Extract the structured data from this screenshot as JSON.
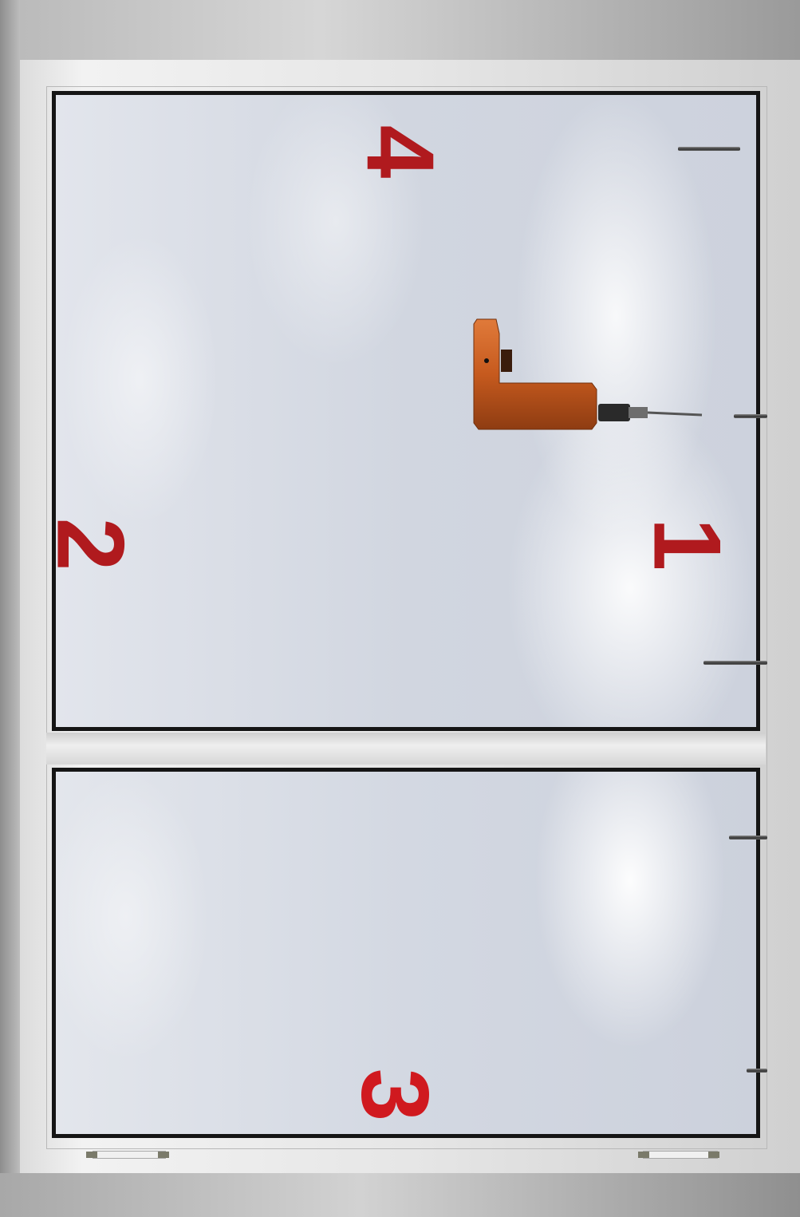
{
  "diagram": {
    "subject": "sash-window-with-actuator",
    "colors": {
      "label": "#b01a1e",
      "frame": "#e6e6e6",
      "glass": "#d5dae3",
      "actuator": "#c65a1e",
      "pane_border": "#151515"
    },
    "labels": {
      "one": "1",
      "two": "2",
      "three": "3",
      "four": "4"
    },
    "icons": {
      "actuator": "chain-actuator-icon",
      "hinge": "hinge-icon",
      "handle": "handle-icon"
    }
  }
}
